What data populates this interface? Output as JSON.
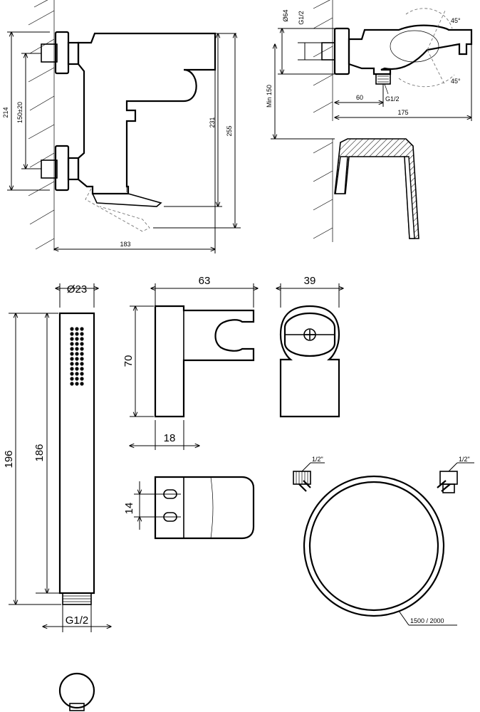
{
  "top_left_view": {
    "dim_214": "214",
    "dim_150": "150±20",
    "dim_231": "231",
    "dim_255": "255",
    "dim_183": "183"
  },
  "top_right_view": {
    "dim_d64": "Ø64",
    "dim_g12_top": "G1/2",
    "dim_45_top": "45°",
    "dim_45_bottom": "45°",
    "dim_min150": "Min 150",
    "dim_60": "60",
    "dim_g12": "G1/2",
    "dim_175": "175"
  },
  "hand_shower": {
    "dim_d23": "Ø23",
    "dim_196": "196",
    "dim_186": "186",
    "dim_g12": "G1/2"
  },
  "holder": {
    "dim_63": "63",
    "dim_39": "39",
    "dim_70": "70",
    "dim_18": "18",
    "dim_14": "14"
  },
  "hose": {
    "dim_left": "1/2\"",
    "dim_right": "1/2\"",
    "dim_length": "1500 / 2000"
  }
}
